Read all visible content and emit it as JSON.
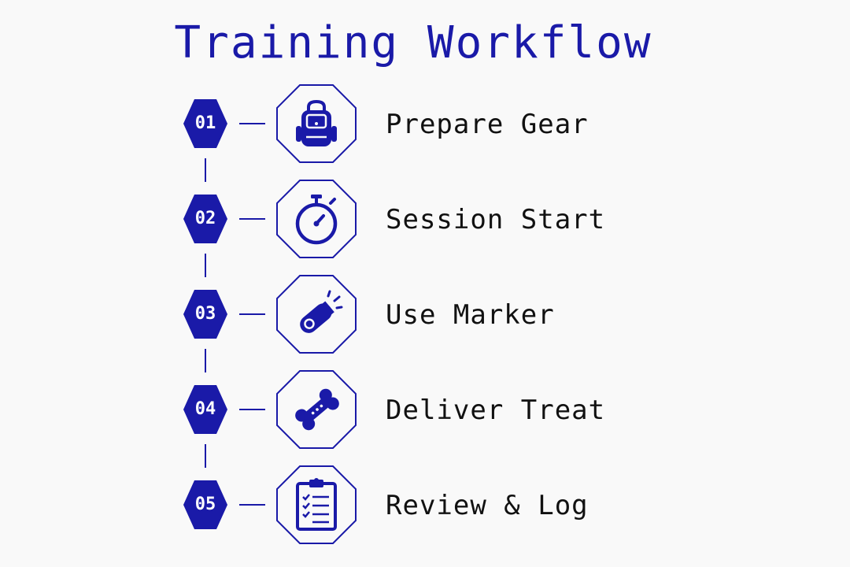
{
  "title": "Training Workflow",
  "accent_color": "#1a1aa8",
  "steps": [
    {
      "number": "01",
      "label": "Prepare Gear",
      "icon": "backpack-icon"
    },
    {
      "number": "02",
      "label": "Session Start",
      "icon": "stopwatch-icon"
    },
    {
      "number": "03",
      "label": "Use Marker",
      "icon": "clicker-icon"
    },
    {
      "number": "04",
      "label": "Deliver Treat",
      "icon": "bone-icon"
    },
    {
      "number": "05",
      "label": "Review & Log",
      "icon": "clipboard-checklist-icon"
    }
  ]
}
